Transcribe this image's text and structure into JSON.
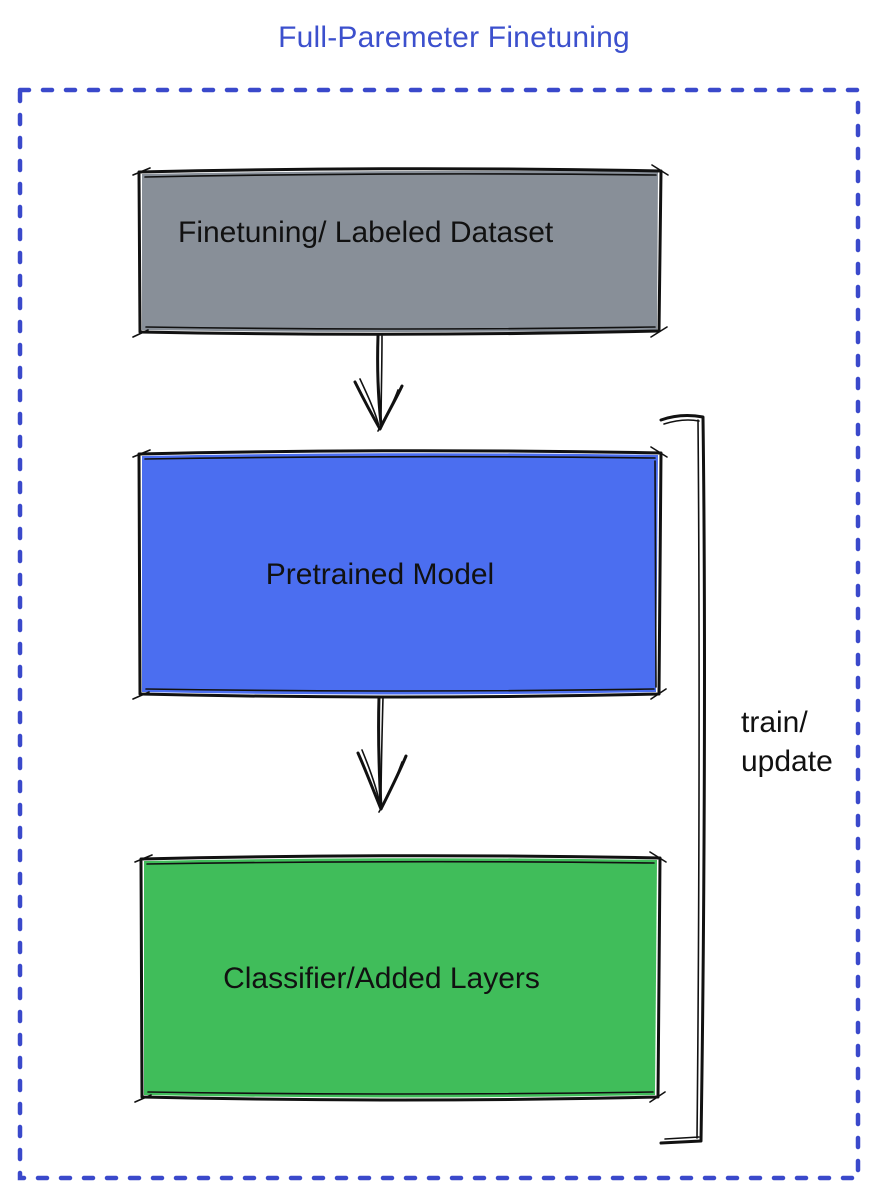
{
  "title": "Full-Paremeter Finetuning",
  "colors": {
    "title_text": "#3c50cd",
    "dashed_border": "#3a49cb",
    "box_stroke": "#111111",
    "label_text": "#111111",
    "dataset_fill": "#888f98",
    "pretrained_fill": "#4b6ef0",
    "classifier_fill": "#40bd5a"
  },
  "boxes": {
    "dataset": {
      "label": "Finetuning/ Labeled Dataset"
    },
    "pretrained": {
      "label": "Pretrained Model"
    },
    "classifier": {
      "label": "Classifier/Added Layers"
    }
  },
  "bracket": {
    "line1": "train/",
    "line2": "update"
  }
}
